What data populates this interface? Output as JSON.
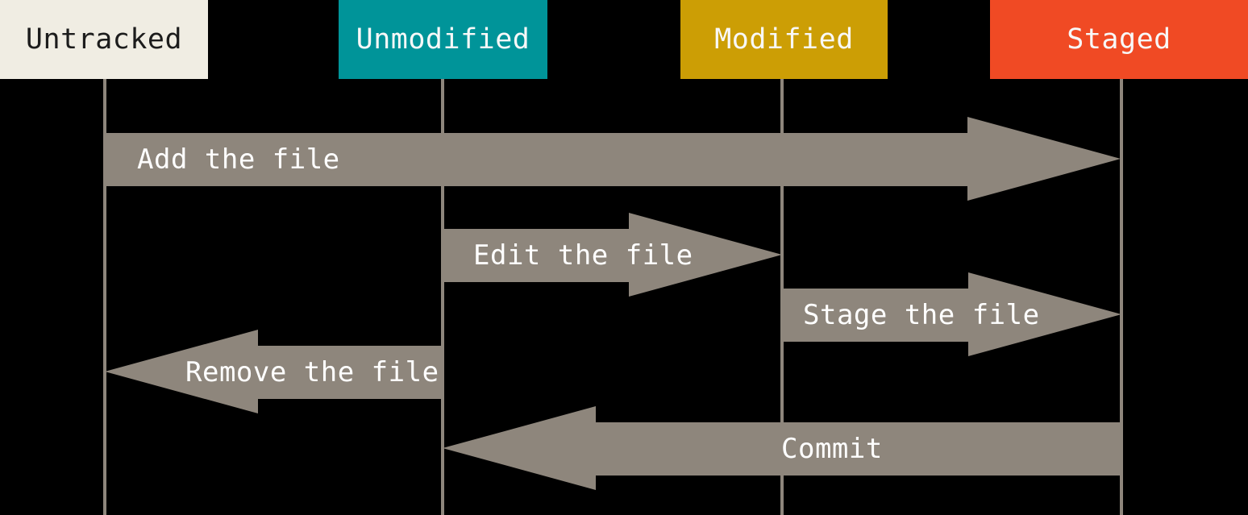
{
  "diagram": {
    "type": "git-file-status-lifecycle",
    "background_color": "#000000",
    "lifeline_color": "#8e867c",
    "arrow_color": "#8e867c",
    "arrow_label_color": "#ffffff",
    "states": [
      {
        "id": "untracked",
        "label": "Untracked",
        "color": "#f0ede3",
        "text_color": "#1c1c1c"
      },
      {
        "id": "unmodified",
        "label": "Unmodified",
        "color": "#009499",
        "text_color": "#f8f8f8"
      },
      {
        "id": "modified",
        "label": "Modified",
        "color": "#cc9e05",
        "text_color": "#f8f8f8"
      },
      {
        "id": "staged",
        "label": "Staged",
        "color": "#f04a24",
        "text_color": "#f8f8f8"
      }
    ],
    "transitions": [
      {
        "label": "Add the file",
        "from": "untracked",
        "to": "staged",
        "direction": "right"
      },
      {
        "label": "Edit the file",
        "from": "unmodified",
        "to": "modified",
        "direction": "right"
      },
      {
        "label": "Stage the file",
        "from": "modified",
        "to": "staged",
        "direction": "right"
      },
      {
        "label": "Remove the file",
        "from": "unmodified",
        "to": "untracked",
        "direction": "left"
      },
      {
        "label": "Commit",
        "from": "staged",
        "to": "unmodified",
        "direction": "left"
      }
    ]
  }
}
